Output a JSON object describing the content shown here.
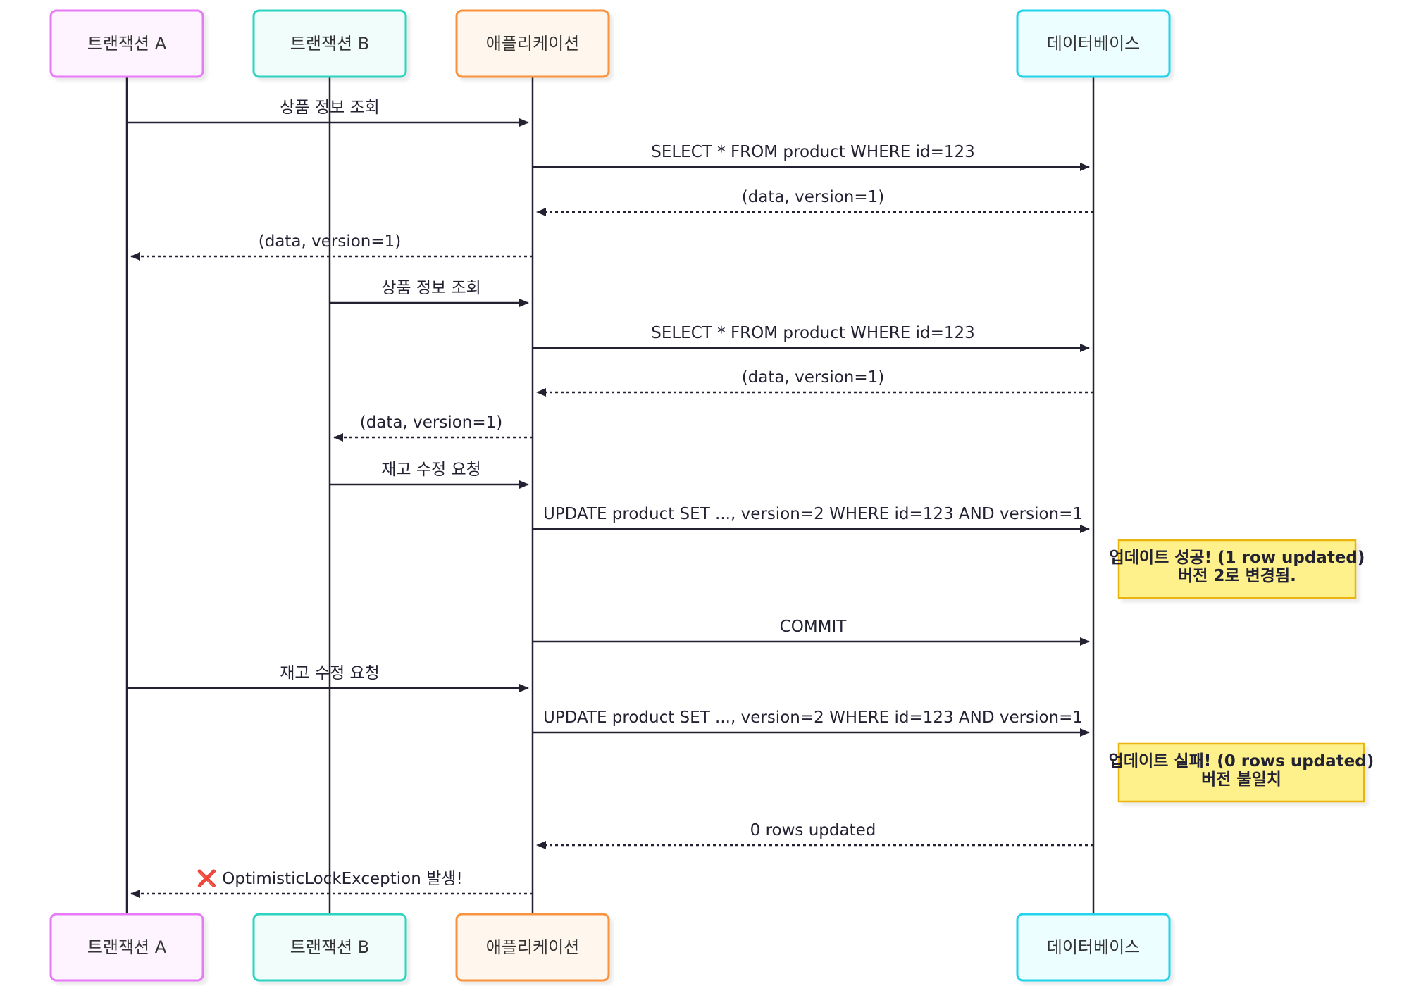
{
  "participants": [
    {
      "id": "A",
      "label": "트랜잭션 A",
      "border": "#e879f9",
      "fill": "#fdf4ff"
    },
    {
      "id": "B",
      "label": "트랜잭션 B",
      "border": "#2dd4bf",
      "fill": "#f0fdfa"
    },
    {
      "id": "APP",
      "label": "애플리케이션",
      "border": "#fb923c",
      "fill": "#fff7ed"
    },
    {
      "id": "DB",
      "label": "데이터베이스",
      "border": "#22d3ee",
      "fill": "#ecfeff"
    }
  ],
  "messages": [
    {
      "from": "A",
      "to": "APP",
      "label": "상품 정보 조회",
      "dashed": false
    },
    {
      "from": "APP",
      "to": "DB",
      "label": "SELECT * FROM product WHERE id=123",
      "dashed": false
    },
    {
      "from": "DB",
      "to": "APP",
      "label": "(data, version=1)",
      "dashed": true
    },
    {
      "from": "APP",
      "to": "A",
      "label": "(data, version=1)",
      "dashed": true
    },
    {
      "from": "B",
      "to": "APP",
      "label": "상품 정보 조회",
      "dashed": false
    },
    {
      "from": "APP",
      "to": "DB",
      "label": "SELECT * FROM product WHERE id=123",
      "dashed": false
    },
    {
      "from": "DB",
      "to": "APP",
      "label": "(data, version=1)",
      "dashed": true
    },
    {
      "from": "APP",
      "to": "B",
      "label": "(data, version=1)",
      "dashed": true
    },
    {
      "from": "B",
      "to": "APP",
      "label": "재고 수정 요청",
      "dashed": false
    },
    {
      "from": "APP",
      "to": "DB",
      "label": "UPDATE product SET ..., version=2 WHERE id=123 AND version=1",
      "dashed": false
    },
    {
      "from": "APP",
      "to": "DB",
      "label": "COMMIT",
      "dashed": false
    },
    {
      "from": "A",
      "to": "APP",
      "label": "재고 수정 요청",
      "dashed": false
    },
    {
      "from": "APP",
      "to": "DB",
      "label": "UPDATE product SET ..., version=2 WHERE id=123 AND version=1",
      "dashed": false
    },
    {
      "from": "DB",
      "to": "APP",
      "label": "0 rows updated",
      "dashed": true
    },
    {
      "from": "APP",
      "to": "A",
      "label": "❌ OptimisticLockException 발생!",
      "dashed": true
    }
  ],
  "notes": [
    {
      "over": "DB",
      "lines": [
        "업데이트 성공! (1 row updated)",
        "버전 2로 변경됨."
      ]
    },
    {
      "over": "DB",
      "lines": [
        "업데이트 실패! (0 rows updated)",
        "버전 불일치"
      ]
    }
  ],
  "colors": {
    "line": "#222233",
    "note_fill": "#fef08a",
    "note_border": "#eab308"
  }
}
